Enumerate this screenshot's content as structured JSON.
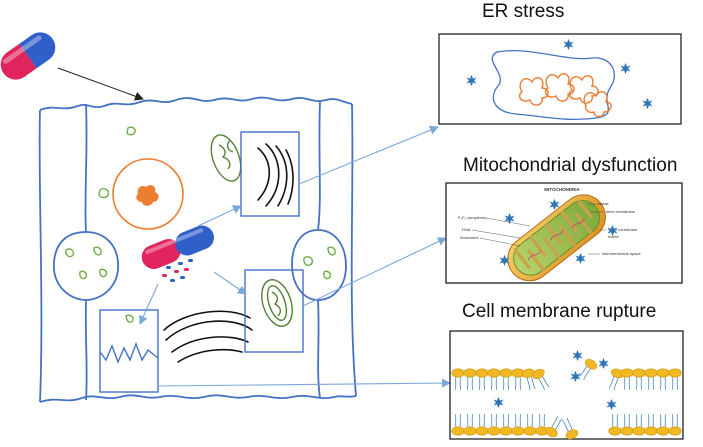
{
  "panels": {
    "er_stress": {
      "title": "ER stress"
    },
    "mito": {
      "title": "Mitochondrial dysfunction",
      "inset_title": "MITOCHONDRIA",
      "labels": {
        "cristae": "cristae",
        "inner_membrane": "inner membrane",
        "outer_membrane": "outer membrane",
        "atp": "F₀F₁ complexes",
        "matrix": "matrix",
        "dna": "DNA",
        "ribosomes": "ribosomes",
        "intermembrane": "intermembrane space"
      }
    },
    "membrane": {
      "title": "Cell membrane rupture"
    }
  },
  "colors": {
    "cell_outline": "#4472c4",
    "arrow": "#7ba7d9",
    "er": "#ed7d31",
    "organelle_green": "#70ad47",
    "mito_outline": "#548235",
    "particle": "#2e75b6",
    "lipid_head": "#f2b824",
    "capsule_red": "#e0245e",
    "capsule_blue": "#2f5fc8"
  },
  "icons": [
    "capsule-icon",
    "drug-particle-icon",
    "lipid-bilayer-icon"
  ]
}
